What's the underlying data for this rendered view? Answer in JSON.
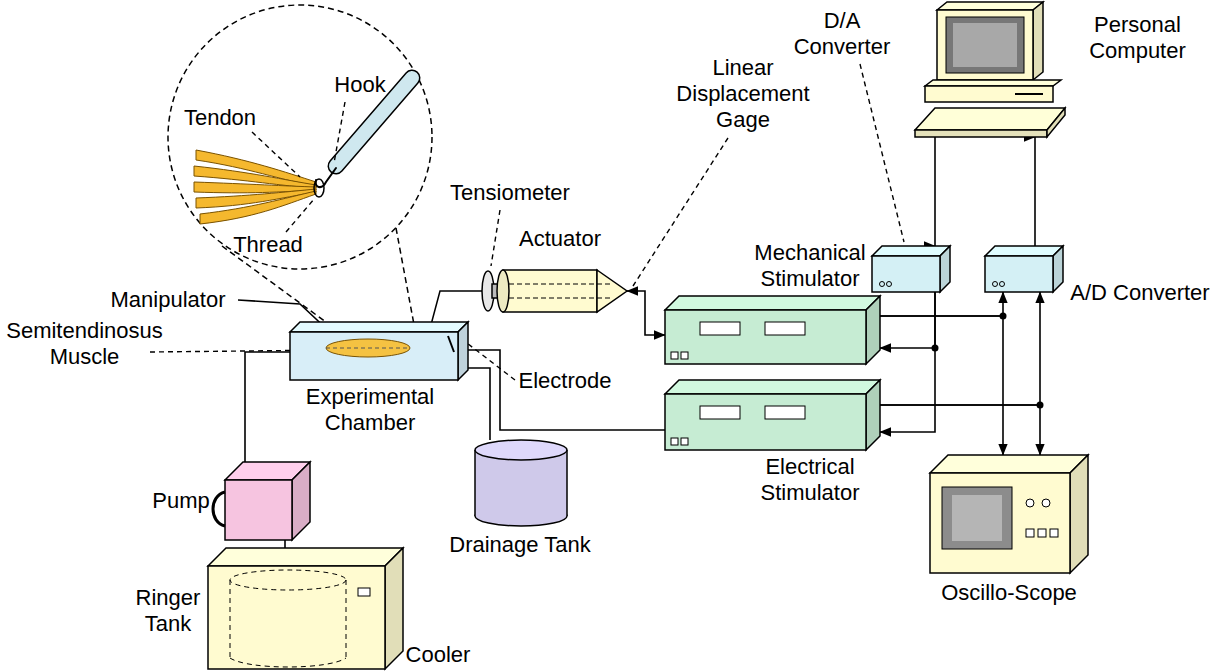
{
  "diagram": {
    "nodes": [
      {
        "text": [
          "Personal Computer"
        ]
      },
      {
        "text": [
          "D/A Converter"
        ]
      },
      {
        "text": [
          "Actuator"
        ]
      },
      {
        "text": [
          "Mechanical Stimulator"
        ]
      },
      {
        "text": [
          "A/D Converter"
        ]
      },
      {
        "text": [
          "Experimental Chamber"
        ]
      },
      {
        "text": [
          "Electrical Stimulator"
        ]
      },
      {
        "text": [
          "Drainage Tank"
        ]
      },
      {
        "text": [
          "Pump"
        ]
      },
      {
        "text": [
          "Oscillo-Scope"
        ]
      },
      {
        "text": [
          "Cooler"
        ]
      }
    ],
    "edges": [
      {
        "from": 0,
        "to": 1,
        "arrow": "to"
      },
      {
        "from": 4,
        "to": 0,
        "arrow": "to"
      },
      {
        "from": 1,
        "to": 3,
        "arrow": "to"
      },
      {
        "from": 1,
        "to": 6,
        "arrow": "to"
      },
      {
        "from": 3,
        "to": 4,
        "arrow": "to"
      },
      {
        "from": 6,
        "to": 4,
        "arrow": "to"
      },
      {
        "from": 3,
        "to": 9,
        "arrow": "to"
      },
      {
        "from": 6,
        "to": 9,
        "arrow": "to"
      },
      {
        "from": 2,
        "to": 3,
        "arrow": "both"
      },
      {
        "from": 5,
        "to": 6,
        "arrow": "none"
      },
      {
        "from": 5,
        "to": 7,
        "arrow": "none"
      },
      {
        "from": 8,
        "to": 5,
        "arrow": "none"
      },
      {
        "from": 10,
        "to": 8,
        "arrow": "none"
      }
    ],
    "labels": [
      "Hook",
      "Tendon",
      "Thread",
      "Tensiometer",
      "Linear Displacement Gage",
      "Manipulator",
      "Semitendinosus Muscle",
      "Electrode",
      "Ringer Tank"
    ]
  }
}
